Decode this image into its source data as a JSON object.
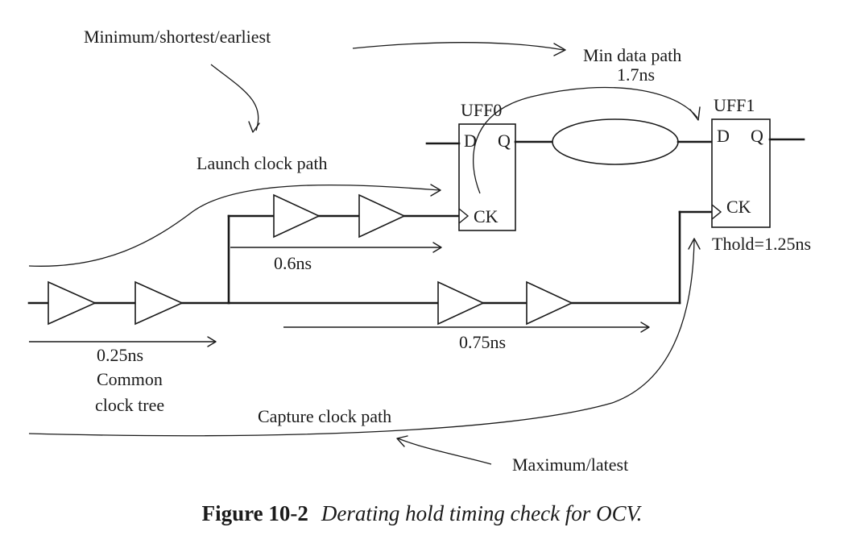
{
  "labels": {
    "min_note": "Minimum/shortest/earliest",
    "min_data_path": "Min data path",
    "min_data_delay": "1.7ns",
    "launch_path": "Launch clock path",
    "launch_delay": "0.6ns",
    "common_delay": "0.25ns",
    "common_tree_1": "Common",
    "common_tree_2": "clock tree",
    "capture_delay": "0.75ns",
    "thold": "Thold=1.25ns",
    "capture_path": "Capture clock path",
    "max_note": "Maximum/latest"
  },
  "flops": {
    "uff0": {
      "name": "UFF0",
      "d": "D",
      "q": "Q",
      "ck": "CK"
    },
    "uff1": {
      "name": "UFF1",
      "d": "D",
      "q": "Q",
      "ck": "CK"
    }
  },
  "caption": {
    "number": "Figure 10-2",
    "text": "Derating hold timing check for OCV."
  }
}
